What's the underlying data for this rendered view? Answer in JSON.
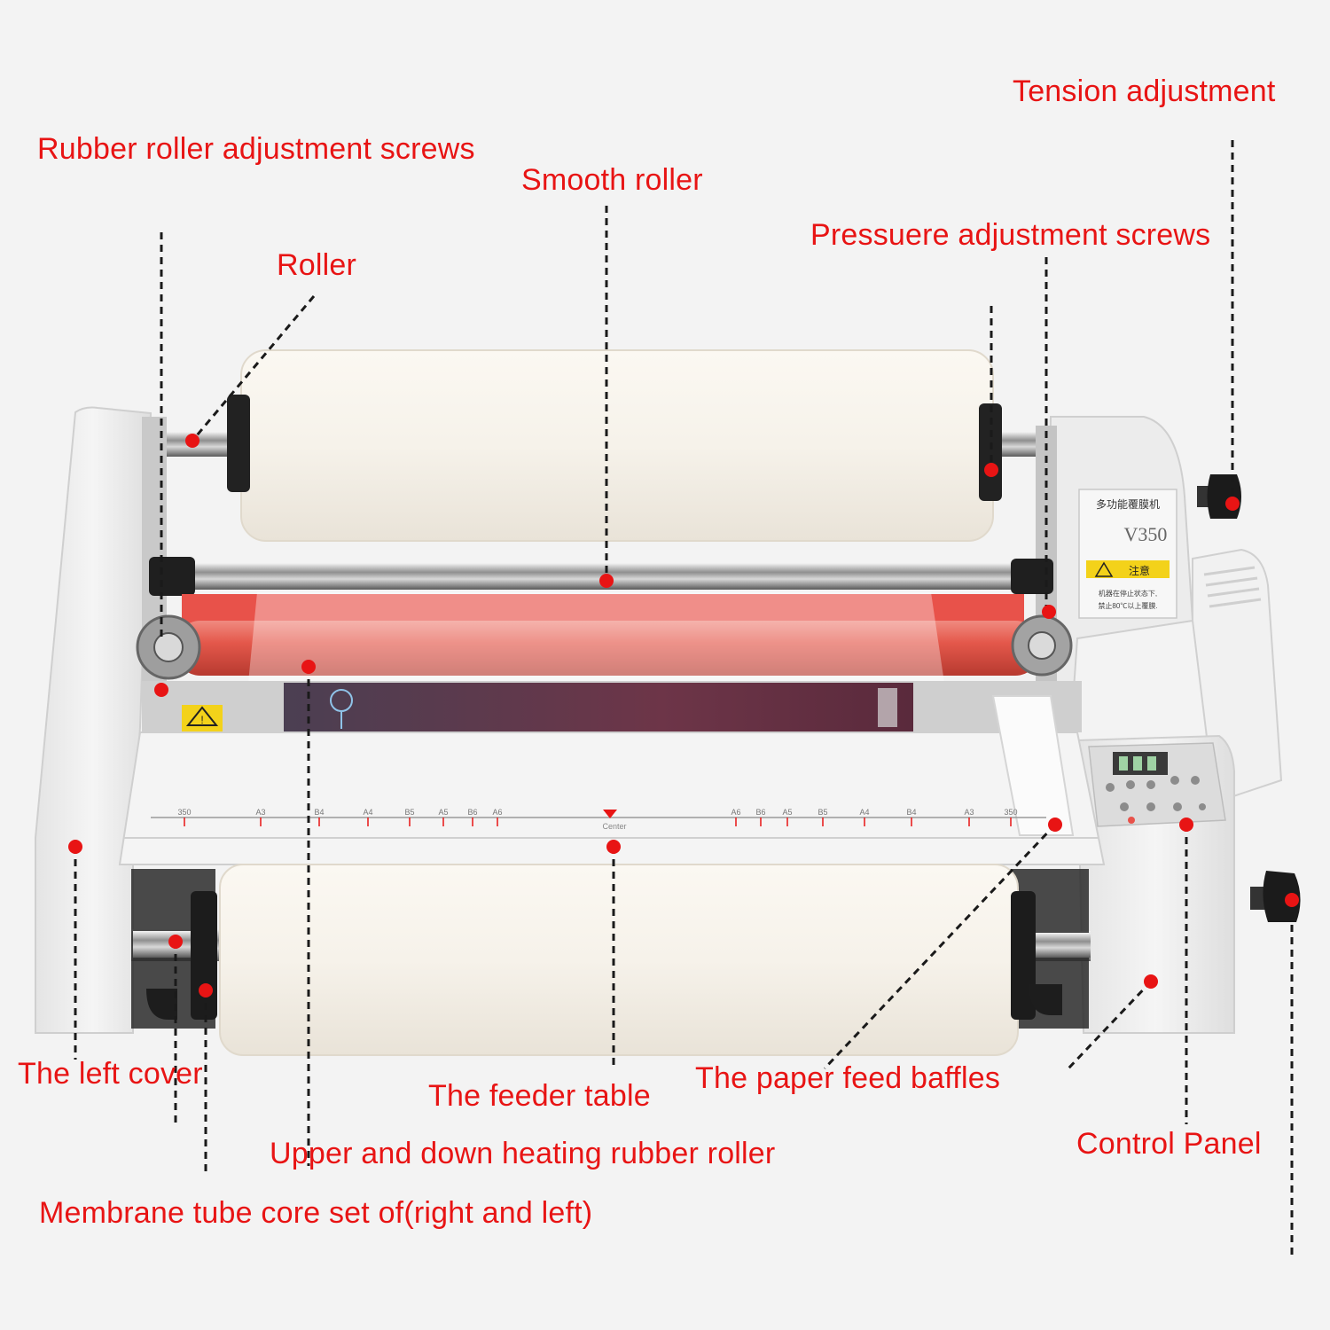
{
  "colors": {
    "label": "#e81414",
    "leader": "#1a1a1a",
    "marker": "#e81414",
    "body": "#eeeeee",
    "film": "#f5f1ea",
    "heating_roller": "#e6584a"
  },
  "labels": {
    "tension_adjustment": "Tension adjustment",
    "rubber_roller_adjustment_screws": "Rubber roller adjustment screws",
    "smooth_roller": "Smooth roller",
    "pressure_adjustment_screws": "Pressuere adjustment screws",
    "roller": "Roller",
    "left_cover": "The left cover",
    "feeder_table": "The feeder table",
    "paper_feed_baffles": "The paper feed baffles",
    "control_panel": "Control Panel",
    "heating_rubber_roller": "Upper and down heating rubber roller",
    "membrane_tube_core": "Membrane tube core set of(right and left)"
  },
  "machine": {
    "plate_title": "多功能覆膜机",
    "model": "V350",
    "warning_title": "注意",
    "warning_line_1": "机器在停止状态下,",
    "warning_line_2": "禁止80℃以上覆膜.",
    "center_mark": "Center",
    "scale_left": [
      "350",
      "A3",
      "B4",
      "A4",
      "B5",
      "A5",
      "B6",
      "A6"
    ],
    "scale_right": [
      "A6",
      "B6",
      "A5",
      "B5",
      "A4",
      "B4",
      "A3",
      "350"
    ]
  },
  "icons": {
    "marker": "red-dot-marker-icon",
    "warning": "warning-triangle-icon",
    "knob": "tension-knob-icon"
  }
}
